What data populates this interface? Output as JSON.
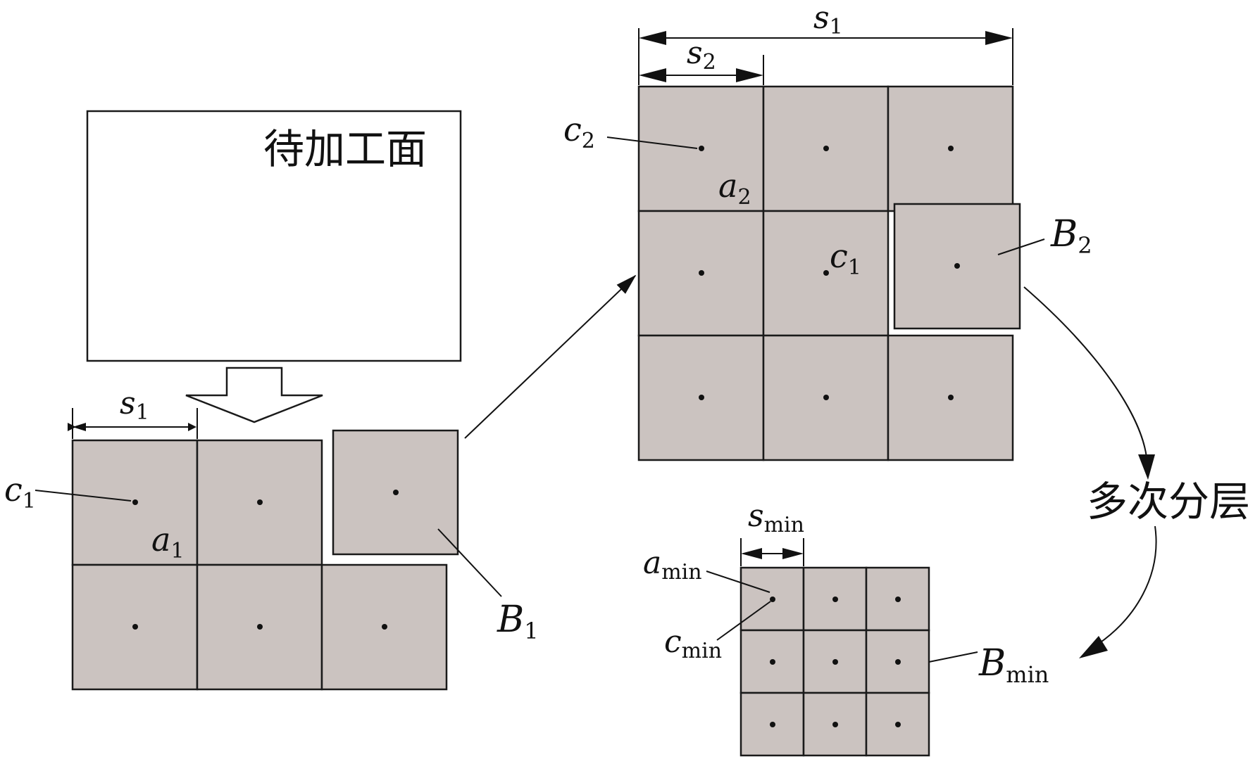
{
  "diagram": {
    "surface_label": "待加工面",
    "multilayer_label": "多次分层",
    "left": {
      "s": "s",
      "s_sub": "1",
      "c": "c",
      "c_sub": "1",
      "a": "a",
      "a_sub": "1",
      "B": "B",
      "B_sub": "1"
    },
    "right": {
      "s1": "s",
      "s1_sub": "1",
      "s2": "s",
      "s2_sub": "2",
      "c2": "c",
      "c2_sub": "2",
      "a2": "a",
      "a2_sub": "2",
      "c1": "c",
      "c1_sub": "1",
      "B": "B",
      "B_sub": "2"
    },
    "min": {
      "s": "s",
      "s_sub": "min",
      "a": "a",
      "a_sub": "min",
      "c": "c",
      "c_sub": "min",
      "B": "B",
      "B_sub": "min"
    }
  }
}
